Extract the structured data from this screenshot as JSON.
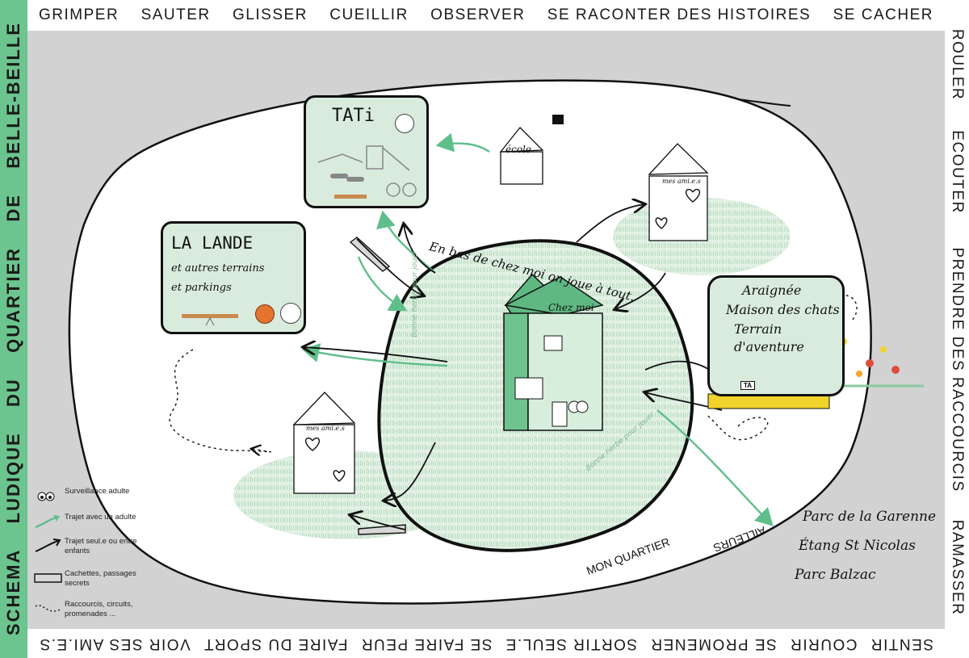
{
  "title_vertical": [
    "SCHEMA",
    "LUDIQUE",
    "DU",
    "QUARTIER",
    "DE",
    "BELLE-BEILLE"
  ],
  "top_verbs": [
    "GRIMPER",
    "SAUTER",
    "GLISSER",
    "CUEILLIR",
    "OBSERVER",
    "SE RACONTER DES HISTOIRES",
    "SE CACHER"
  ],
  "right_verbs": [
    "ROULER",
    "ECOUTER",
    "PRENDRE DES RACCOURCIS",
    "RAMASSER"
  ],
  "bottom_verbs": [
    "VOIR SES AMI.E.S",
    "FAIRE DU SPORT",
    "SE FAIRE PEUR",
    "SORTIR SEUL.E",
    "SE PROMENER",
    "COURIR",
    "SENTIR"
  ],
  "places": {
    "tati": "TATi",
    "lande_title": "LA LANDE",
    "lande_sub1": "et autres terrains",
    "lande_sub2": "et parkings",
    "ecole": "école",
    "chez_moi": "Chez moi",
    "mes_amies": "mes ami.e.s",
    "araignee": "Araignée",
    "maison_chats": "Maison des chats",
    "terrain1": "Terrain",
    "terrain2": "d'aventure",
    "ta_sign": "TA",
    "en_bas": "En bas de chez moi on joue à tout.",
    "bonne_herbe": "Bonne herbe pour jouer",
    "mon_quartier": "MON QUARTIER",
    "ailleurs": "AILLEURS",
    "parc_garenne": "Parc de la Garenne",
    "etang": "Étang St Nicolas",
    "parc_balzac": "Parc Balzac"
  },
  "legend": [
    {
      "icon": "eyes-icon",
      "label": "Surveillance adulte"
    },
    {
      "icon": "green-arrow-icon",
      "label": "Trajet avec un adulte"
    },
    {
      "icon": "black-arrow-icon",
      "label": "Trajet seul.e ou entre enfants"
    },
    {
      "icon": "hideout-icon",
      "label": "Cachettes, passages secrets"
    },
    {
      "icon": "dotted-path-icon",
      "label": "Raccourcis, circuits, promenades ..."
    }
  ],
  "colors": {
    "green_band": "#6cc48e",
    "grey_bg": "#d2d2d2",
    "card_green": "#d9ebdd",
    "house_green": "#5fb882",
    "arrow_green": "#5fbf8a",
    "grass": "#b9dcbf"
  }
}
